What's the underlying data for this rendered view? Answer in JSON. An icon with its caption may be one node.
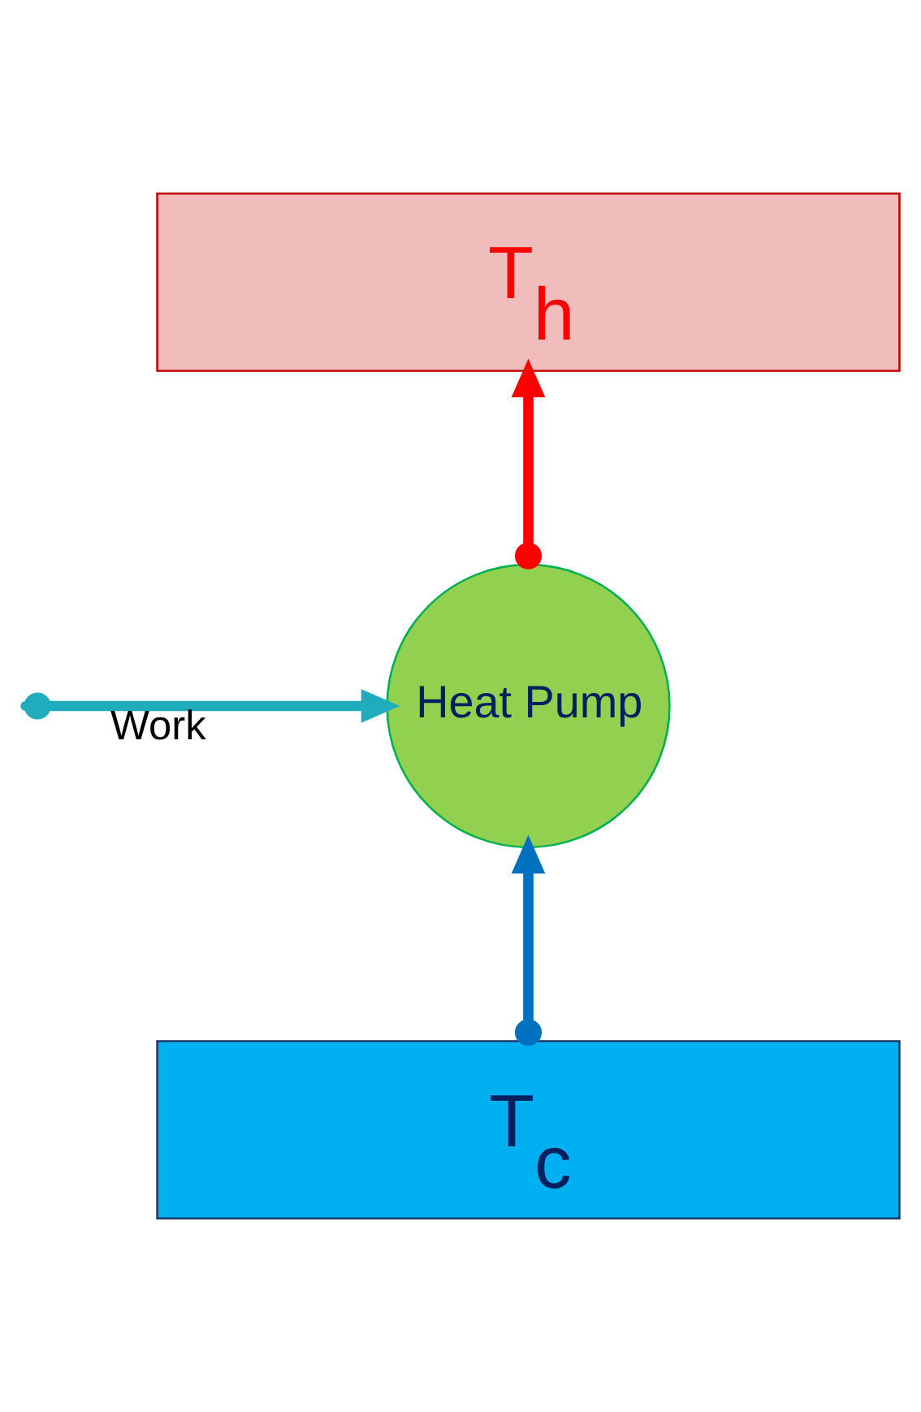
{
  "diagram": {
    "nodes": [
      {
        "text": [
          "T$_{h}$"
        ]
      },
      {
        "text": [
          "Heat Pump"
        ]
      },
      {
        "text": [
          "T$_{c}$"
        ]
      }
    ],
    "edges": [
      {
        "from": 1,
        "to": 0,
        "arrow": "to",
        "color": "#ff0000"
      },
      {
        "from": 2,
        "to": 1,
        "arrow": "to",
        "color": "#0070c0"
      },
      {
        "from": null,
        "to": 1,
        "arrow": "to",
        "label": "Work",
        "color": "#1fadbd"
      }
    ]
  }
}
